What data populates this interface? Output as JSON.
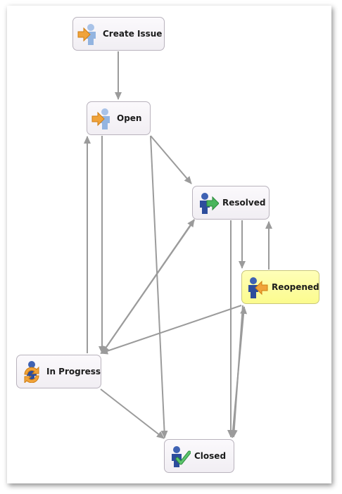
{
  "nodes": {
    "create_issue": {
      "label": "Create Issue",
      "icon": "person-arrow-in-icon"
    },
    "open": {
      "label": "Open",
      "icon": "person-arrow-in-icon"
    },
    "resolved": {
      "label": "Resolved",
      "icon": "person-arrow-out-icon"
    },
    "reopened": {
      "label": "Reopened",
      "icon": "person-arrow-back-icon"
    },
    "in_progress": {
      "label": "In Progress",
      "icon": "person-refresh-icon"
    },
    "closed": {
      "label": "Closed",
      "icon": "person-check-icon"
    }
  },
  "colors": {
    "edge": "#9b9b9b",
    "highlight": "#fbfb8e",
    "person_light": "#93b4e0",
    "person_dark": "#2d4d9c",
    "arrow_orange": "#f0a33a",
    "arrow_green": "#48b55b"
  }
}
